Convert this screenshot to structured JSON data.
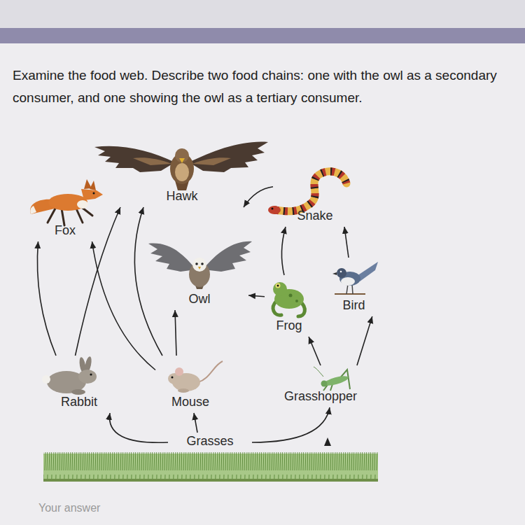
{
  "diagram": {
    "title": "Examine the food web. Describe two food chains: one with the owl as a secondary consumer, and one showing the owl as a tertiary consumer.",
    "nodes": [
      {
        "text": [
          "Hawk"
        ]
      },
      {
        "text": [
          "Snake"
        ]
      },
      {
        "text": [
          "Fox"
        ]
      },
      {
        "text": [
          "Owl"
        ]
      },
      {
        "text": [
          "Frog"
        ]
      },
      {
        "text": [
          "Bird"
        ]
      },
      {
        "text": [
          "Rabbit"
        ]
      },
      {
        "text": [
          "Mouse"
        ]
      },
      {
        "text": [
          "Grasshopper"
        ]
      },
      {
        "text": [
          "Grasses"
        ]
      }
    ],
    "edges": [
      {
        "from": 9,
        "to": 6,
        "arrow": "to"
      },
      {
        "from": 9,
        "to": 7,
        "arrow": "to"
      },
      {
        "from": 9,
        "to": 8,
        "arrow": "to"
      },
      {
        "from": 8,
        "to": 4,
        "arrow": "to"
      },
      {
        "from": 8,
        "to": 5,
        "arrow": "to"
      },
      {
        "from": 4,
        "to": 3,
        "arrow": "to"
      },
      {
        "from": 4,
        "to": 1,
        "arrow": "to"
      },
      {
        "from": 5,
        "to": 1,
        "arrow": "to"
      },
      {
        "from": 1,
        "to": 0,
        "arrow": "to"
      },
      {
        "from": 7,
        "to": 3,
        "arrow": "to"
      },
      {
        "from": 7,
        "to": 2,
        "arrow": "to"
      },
      {
        "from": 7,
        "to": 0,
        "arrow": "to"
      },
      {
        "from": 6,
        "to": 2,
        "arrow": "to"
      },
      {
        "from": 6,
        "to": 0,
        "arrow": "to"
      }
    ],
    "labels": [
      "Your answer"
    ]
  }
}
